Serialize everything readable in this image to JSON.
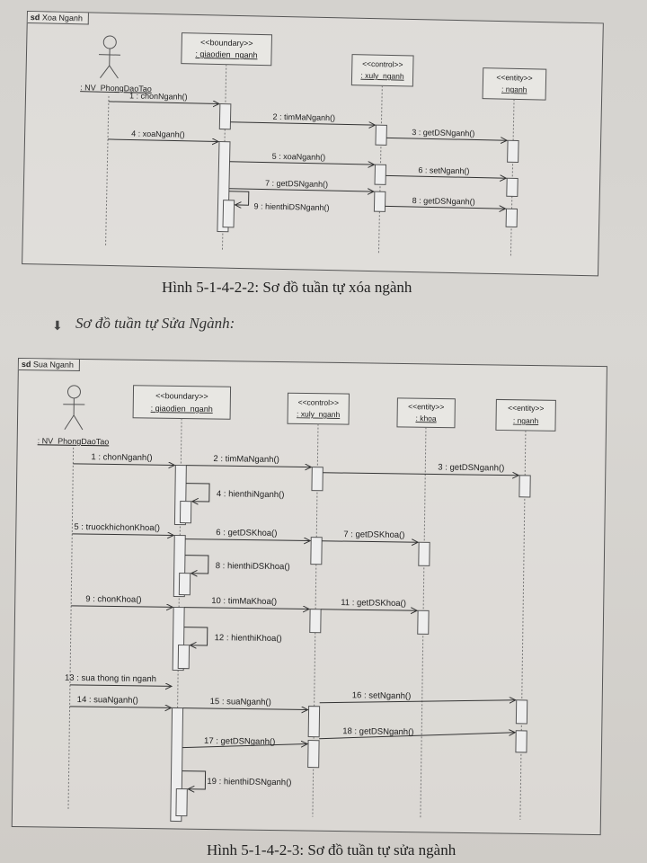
{
  "diagram1": {
    "frame_tag_prefix": "sd",
    "frame_title": "Xoa Nganh",
    "actor": ": NV_PhongDaoTao",
    "lifelines": [
      {
        "stereotype": "<<boundary>>",
        "name": ": giaodien_nganh"
      },
      {
        "stereotype": "<<control>>",
        "name": ": xuly_nganh"
      },
      {
        "stereotype": "<<entity>>",
        "name": ": nganh"
      }
    ],
    "messages": [
      "1 : chonNganh()",
      "2 : timMaNganh()",
      "3 : getDSNganh()",
      "4 : xoaNganh()",
      "5 : xoaNganh()",
      "6 : setNganh()",
      "7 : getDSNganh()",
      "8 : getDSNganh()",
      "9 : hienthiDSNganh()"
    ]
  },
  "caption1": "Hình 5-1-4-2-2: Sơ đồ tuần tự xóa ngành",
  "section_heading": "Sơ đồ tuần tự Sửa Ngành:",
  "diagram2": {
    "frame_tag_prefix": "sd",
    "frame_title": "Sua Nganh",
    "actor": ": NV_PhongDaoTao",
    "lifelines": [
      {
        "stereotype": "<<boundary>>",
        "name": ": giaodien_nganh"
      },
      {
        "stereotype": "<<control>>",
        "name": ": xuly_nganh"
      },
      {
        "stereotype": "<<entity>>",
        "name": ": khoa"
      },
      {
        "stereotype": "<<entity>>",
        "name": ": nganh"
      }
    ],
    "messages": [
      "1 : chonNganh()",
      "2 : timMaNganh()",
      "3 : getDSNganh()",
      "4 : hienthiNganh()",
      "5 : truockhichonKhoa()",
      "6 : getDSKhoa()",
      "7 : getDSKhoa()",
      "8 : hienthiDSKhoa()",
      "9 : chonKhoa()",
      "10 : timMaKhoa()",
      "11 : getDSKhoa()",
      "12 : hienthiKhoa()",
      "13 : sua thong tin nganh",
      "14 : suaNganh()",
      "15 : suaNganh()",
      "16 : setNganh()",
      "17 : getDSNganh()",
      "18 : getDSNganh()",
      "19 : hienthiDSNganh()"
    ]
  },
  "caption2": "Hình 5-1-4-2-3: Sơ đồ tuần tự sửa ngành"
}
